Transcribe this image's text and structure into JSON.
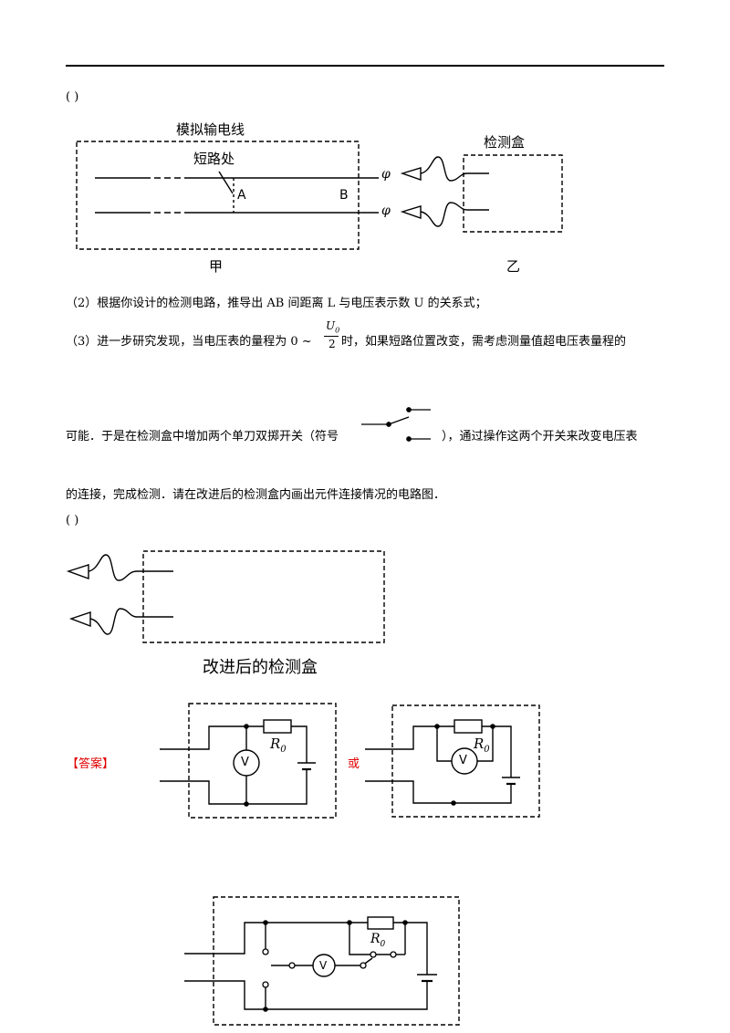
{
  "brackets": {
    "first": "(      )",
    "second": "(      )"
  },
  "figure1": {
    "sim_line_label": "模拟输电线",
    "detect_box_label": "检测盒",
    "short_point_label": "短路处",
    "point_a": "A",
    "point_b": "B",
    "terminal_symbol": "φ",
    "left_caption": "甲",
    "right_caption": "乙"
  },
  "question2": "（2）根据你设计的检测电路，推导出 AB 间距离 L 与电压表示数 U 的关系式；",
  "question3": {
    "before": "（3）进一步研究发现，当电压表的量程为 0 ~",
    "frac_num": "U",
    "frac_num_sub": "0",
    "frac_den": "2",
    "after": "时，如果短路位置改变，需考虑测量值超电压表量程的"
  },
  "line_possible": {
    "before": "可能．于是在检测盒中增加两个单刀双掷开关（符号",
    "after": "），通过操作这两个开关来改变电压表"
  },
  "line_connect": "的连接，完成检测．请在改进后的检测盒内画出元件连接情况的电路图．",
  "figure2": {
    "caption": "改进后的检测盒"
  },
  "answer": {
    "label": "【答案】",
    "or": "或",
    "voltmeter": "V",
    "resistor": "R",
    "resistor_sub": "0"
  },
  "colors": {
    "answer_red": "#e00000"
  }
}
